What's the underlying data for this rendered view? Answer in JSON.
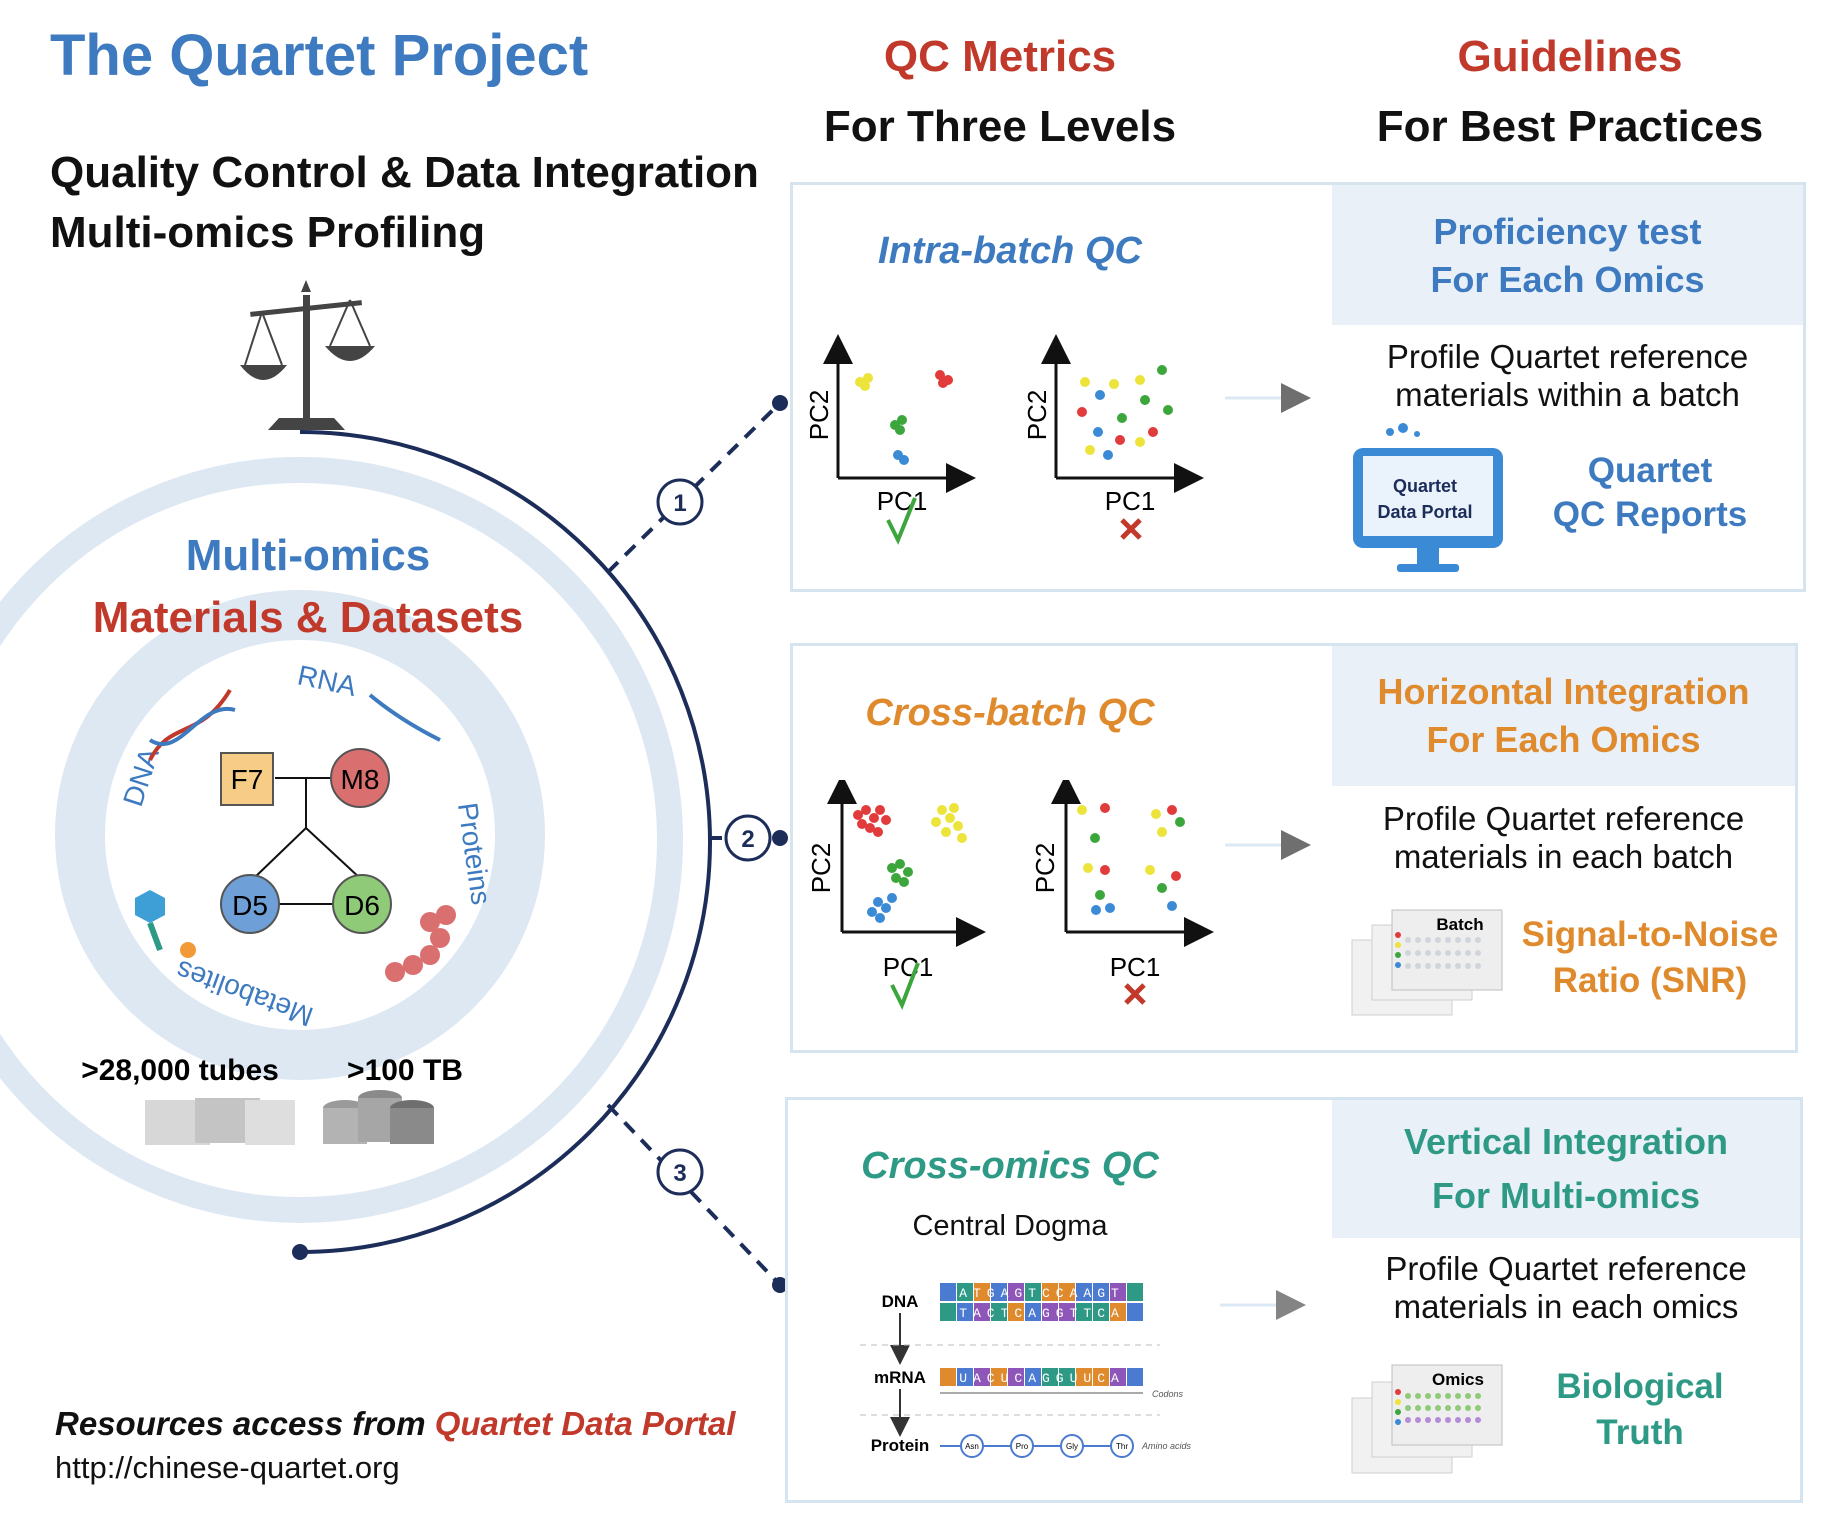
{
  "title": "The Quartet Project",
  "subtitle_line1": "Quality Control & Data Integration",
  "subtitle_line2": "Multi-omics Profiling",
  "columns": {
    "qc": {
      "line1": "QC Metrics",
      "line2": "For Three Levels"
    },
    "guidelines": {
      "line1": "Guidelines",
      "line2": "For Best Practices"
    }
  },
  "materials": {
    "title1": "Multi-omics",
    "title2": "Materials & Datasets",
    "ring_labels": {
      "rna": "RNA",
      "dna": "DNA",
      "proteins": "Proteins",
      "metabolites": "Metabolites"
    },
    "samples": [
      "F7",
      "M8",
      "D5",
      "D6"
    ],
    "stat_tubes": ">28,000 tubes",
    "stat_tb": ">100 TB"
  },
  "levels": [
    {
      "number": "1",
      "qc_title": "Intra-batch QC",
      "axis_x": "PC1",
      "axis_y": "PC2",
      "guide_title1": "Proficiency test",
      "guide_title2": "For Each Omics",
      "desc1": "Profile Quartet reference",
      "desc2": "materials within a batch",
      "tool1": "Quartet",
      "tool2": "QC Reports",
      "monitor_line1": "Quartet",
      "monitor_line2": "Data Portal"
    },
    {
      "number": "2",
      "qc_title": "Cross-batch QC",
      "axis_x": "PC1",
      "axis_y": "PC2",
      "guide_title1": "Horizontal Integration",
      "guide_title2": "For Each Omics",
      "desc1": "Profile Quartet reference",
      "desc2": "materials in each batch",
      "tool1": "Signal-to-Noise",
      "tool2": "Ratio (SNR)",
      "plate_label": "Batch"
    },
    {
      "number": "3",
      "qc_title": "Cross-omics QC",
      "sub": "Central Dogma",
      "guide_title1": "Vertical Integration",
      "guide_title2": "For Multi-omics",
      "desc1": "Profile Quartet reference",
      "desc2": "materials in each omics",
      "tool1": "Biological",
      "tool2": "Truth",
      "plate_label": "Omics",
      "dogma": {
        "dna_label": "DNA",
        "mrna_label": "mRNA",
        "protein_label": "Protein",
        "dna_top": "ATGAGTCCAAGT",
        "dna_bottom": "TACTCAGGTTCA",
        "mrna": "UACUCAGGUUCA",
        "amino": [
          "Asn",
          "Pro",
          "Gly",
          "Thr"
        ],
        "codons_label": "Codons",
        "amino_label": "Amino acids"
      }
    }
  ],
  "footer": {
    "prefix": "Resources access from ",
    "portal": "Quartet Data Portal",
    "url": "http://chinese-quartet.org"
  },
  "colors": {
    "blue": "#3d7abf",
    "red": "#c0392b",
    "orange": "#e08a2e",
    "teal": "#2e9a86",
    "navy": "#1c2d5a"
  }
}
